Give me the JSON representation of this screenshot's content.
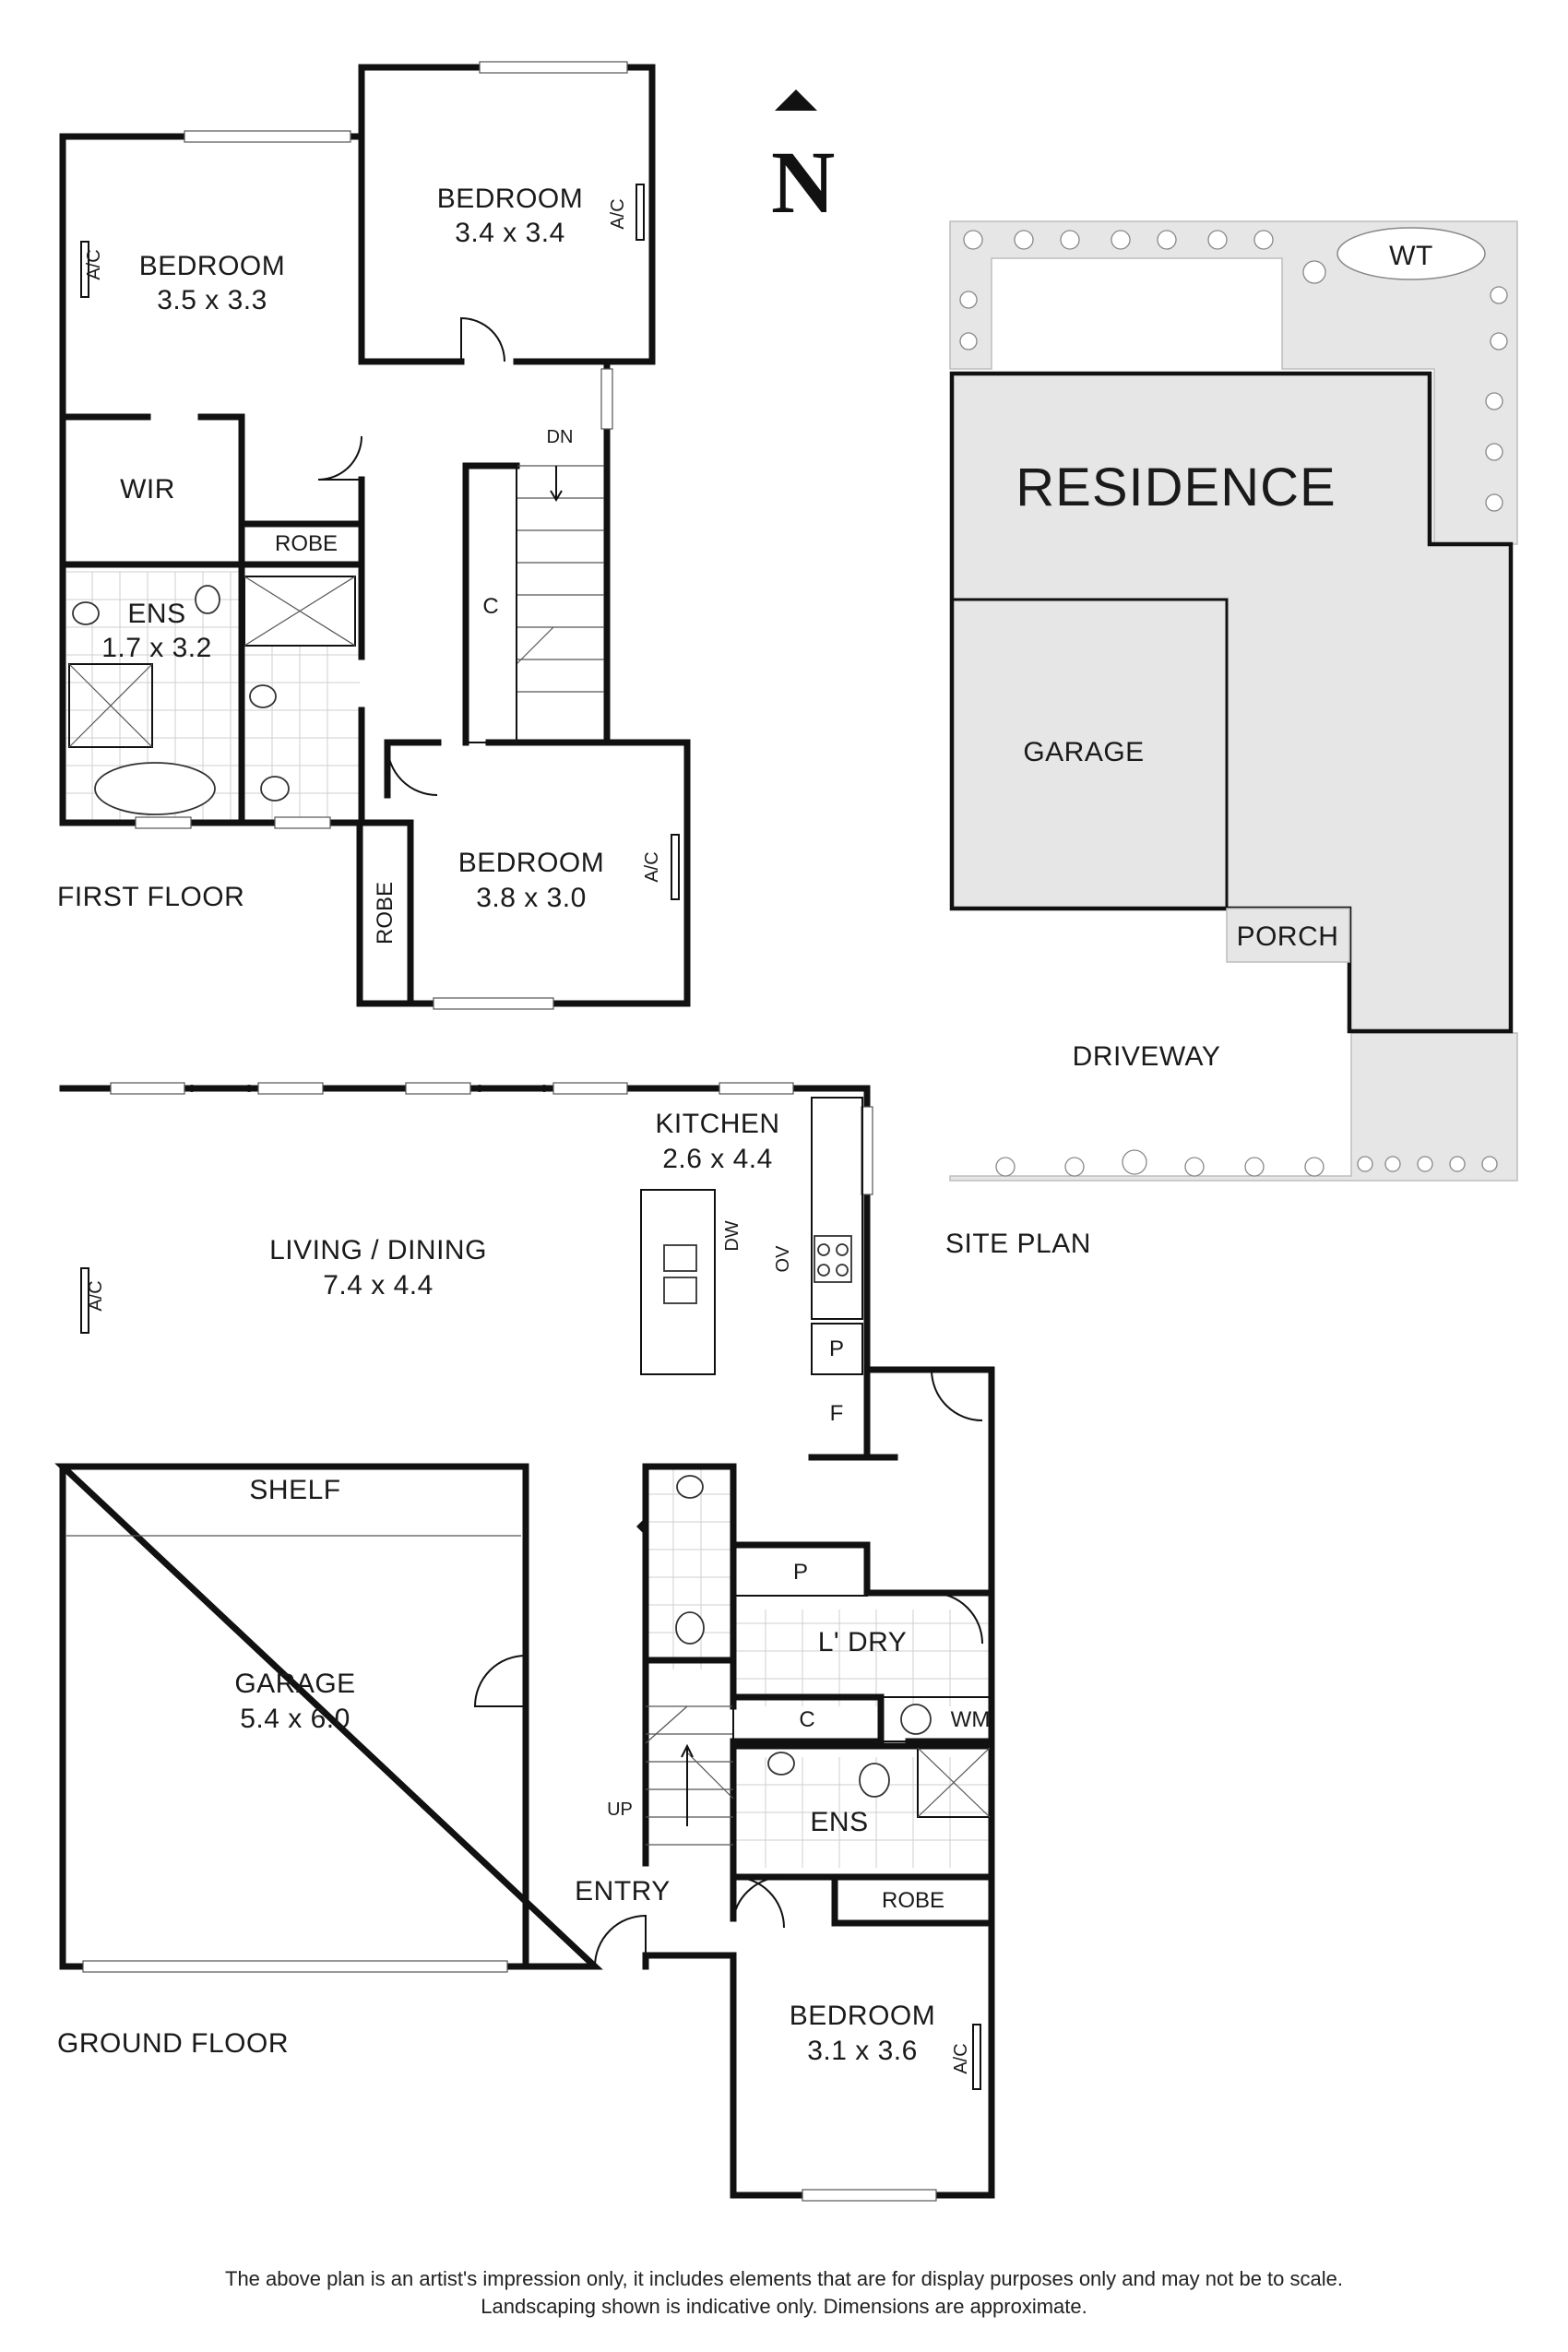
{
  "compass": {
    "label": "N"
  },
  "first_floor": {
    "label": "FIRST FLOOR",
    "bedroom_nw": {
      "name": "BEDROOM",
      "size": "3.5 x 3.3",
      "ac": "A/C"
    },
    "bedroom_ne": {
      "name": "BEDROOM",
      "size": "3.4 x 3.4",
      "ac": "A/C"
    },
    "bedroom_s": {
      "name": "BEDROOM",
      "size": "3.8 x 3.0",
      "ac": "A/C",
      "robe": "ROBE"
    },
    "wir": "WIR",
    "robe": "ROBE",
    "ensuite": {
      "name": "ENS",
      "size": "1.7 x 3.2"
    },
    "stair": "DN",
    "cupboard": "C"
  },
  "ground_floor": {
    "label": "GROUND FLOOR",
    "kitchen": {
      "name": "KITCHEN",
      "size": "2.6 x 4.4",
      "dw": "DW",
      "ov": "OV"
    },
    "living": {
      "name": "LIVING / DINING",
      "size": "7.4 x 4.4",
      "ac": "A/C"
    },
    "pantry": "P",
    "fridge": "F",
    "shelf": "SHELF",
    "garage": {
      "name": "GARAGE",
      "size": "5.4 x 6.0"
    },
    "linen_p": "P",
    "laundry": "L' DRY",
    "cupboard": "C",
    "wm": "WM",
    "ensuite": "ENS",
    "robe": "ROBE",
    "stair": "UP",
    "entry": "ENTRY",
    "bedroom": {
      "name": "BEDROOM",
      "size": "3.1 x 3.6",
      "ac": "A/C"
    }
  },
  "site_plan": {
    "label": "SITE PLAN",
    "residence": "RESIDENCE",
    "garage": "GARAGE",
    "porch": "PORCH",
    "driveway": "DRIVEWAY",
    "water_tank": "WT"
  },
  "disclaimer": {
    "line1": "The above plan is an artist's impression only, it includes elements that are for display purposes only and may not be to scale.",
    "line2": "Landscaping shown is indicative only. Dimensions are approximate."
  }
}
